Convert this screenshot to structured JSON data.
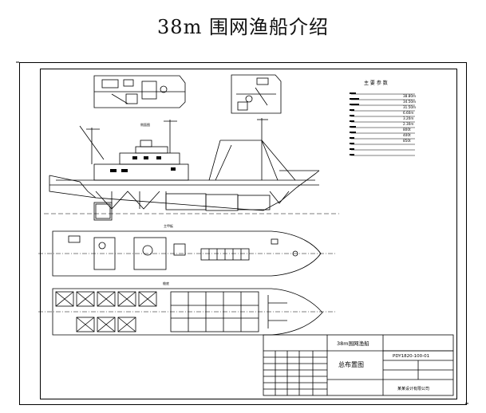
{
  "page": {
    "title": "38m 围网渔船介绍"
  },
  "drawing": {
    "specs_title": "主 要 参 数",
    "specs_values": [
      "38.80m",
      "34.50m",
      "31.50m",
      "6.60m",
      "3.20m",
      "2.30m",
      "800t",
      "400t",
      "850t",
      "",
      "",
      ""
    ],
    "title_block": {
      "project": "38m围网渔船",
      "drawing_no": "PDY1820-100-01",
      "drawing_name": "总布置图",
      "company": "某某设计有限公司"
    },
    "section_labels": {
      "profile": "侧面图",
      "deck": "主甲板",
      "hold": "舱底"
    }
  }
}
